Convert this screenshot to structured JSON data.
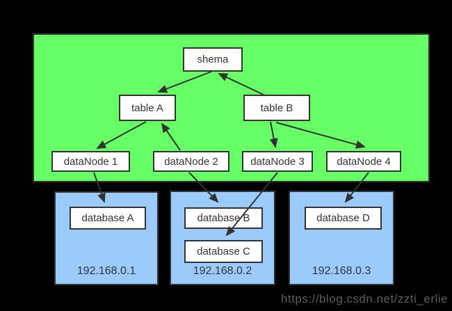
{
  "colors": {
    "background": "#000000",
    "logical_panel": "#66ff66",
    "host_panel": "#9acbfa",
    "box_fill": "#ffffff",
    "box_border": "#333333",
    "arrow": "#333333",
    "watermark_text": "#5d5d5d"
  },
  "nodes": {
    "schema": "shema",
    "table_a": "table A",
    "table_b": "table B",
    "datanode_1": "dataNode 1",
    "datanode_2": "dataNode 2",
    "datanode_3": "dataNode 3",
    "datanode_4": "dataNode 4"
  },
  "hosts": [
    {
      "ip": "192.168.0.1",
      "databases": [
        "database A"
      ]
    },
    {
      "ip": "192.168.0.2",
      "databases": [
        "database B",
        "database C"
      ]
    },
    {
      "ip": "192.168.0.3",
      "databases": [
        "database D"
      ]
    }
  ],
  "edges": [
    {
      "from": "shema",
      "to": "table A"
    },
    {
      "from": "table B",
      "to": "shema"
    },
    {
      "from": "table A",
      "to": "dataNode 1"
    },
    {
      "from": "dataNode 2",
      "to": "table A"
    },
    {
      "from": "table B",
      "to": "dataNode 3"
    },
    {
      "from": "table B",
      "to": "dataNode 4"
    },
    {
      "from": "dataNode 1",
      "to": "database A"
    },
    {
      "from": "dataNode 2",
      "to": "database B"
    },
    {
      "from": "dataNode 3",
      "to": "database C"
    },
    {
      "from": "dataNode 4",
      "to": "database D"
    }
  ],
  "watermark": "https://blog.csdn.net/zzti_erlie"
}
